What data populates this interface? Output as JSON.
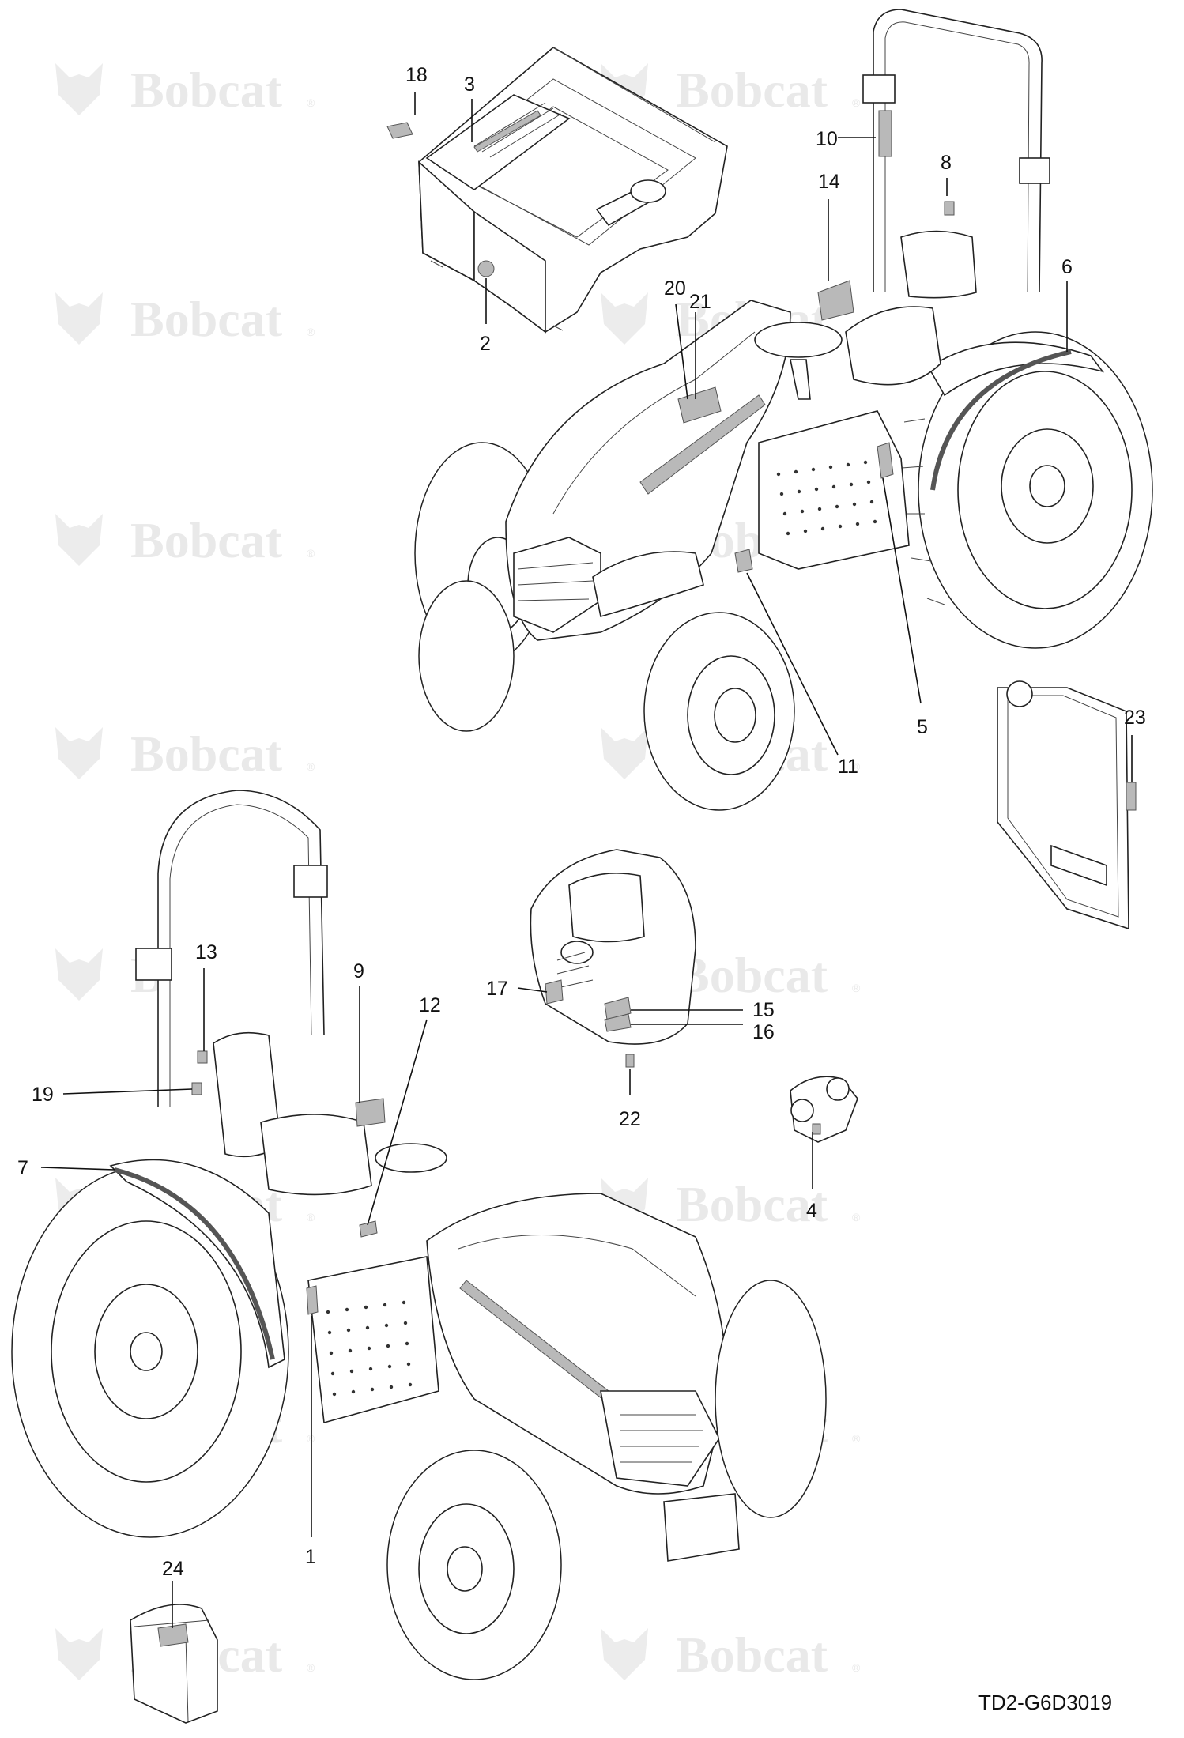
{
  "watermark": {
    "brand": "Bobcat",
    "reg_mark": "®"
  },
  "callouts": [
    "1",
    "2",
    "3",
    "4",
    "5",
    "6",
    "7",
    "8",
    "9",
    "10",
    "11",
    "12",
    "13",
    "14",
    "15",
    "16",
    "17",
    "18",
    "19",
    "20",
    "21",
    "22",
    "23",
    "24"
  ],
  "drawing_id": "TD2-G6D3019",
  "colors": {
    "line": "#222222",
    "decal": "#b9b9b9",
    "watermark": "#e9e9e9",
    "background": "#ffffff"
  }
}
